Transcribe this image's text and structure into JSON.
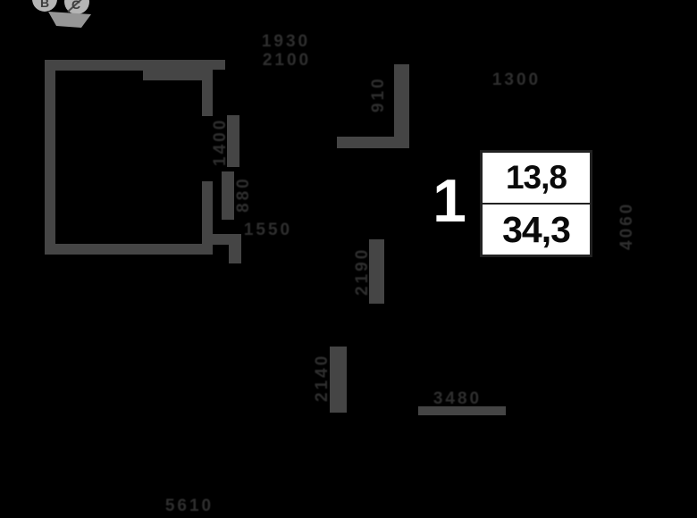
{
  "unit": {
    "number": "1",
    "area_top": "13,8",
    "area_bottom": "34,3"
  },
  "compass": {
    "letter_left": "В",
    "letter_right": "С"
  },
  "dimensions": {
    "top_line1": "1930",
    "top_line2": "2100",
    "top_right": "1300",
    "door_width": "910",
    "opening_upper": "1400",
    "opening_lower": "880",
    "middle_left": "1550",
    "corridor_upper": "2190",
    "corridor_lower": "2140",
    "bottom_center": "3480",
    "bottom_left": "5610",
    "right_side": "4060"
  },
  "colors": {
    "background": "#000000",
    "wall": "#454545",
    "dim_text": "#2e2e2e",
    "unit_number": "#ffffff",
    "box_bg": "#ffffff",
    "box_border": "#222222",
    "box_text": "#0a0a0a",
    "compass_fill": "#b5b5b5",
    "compass_dark": "#3d3d3d",
    "compass_base": "#969696"
  }
}
